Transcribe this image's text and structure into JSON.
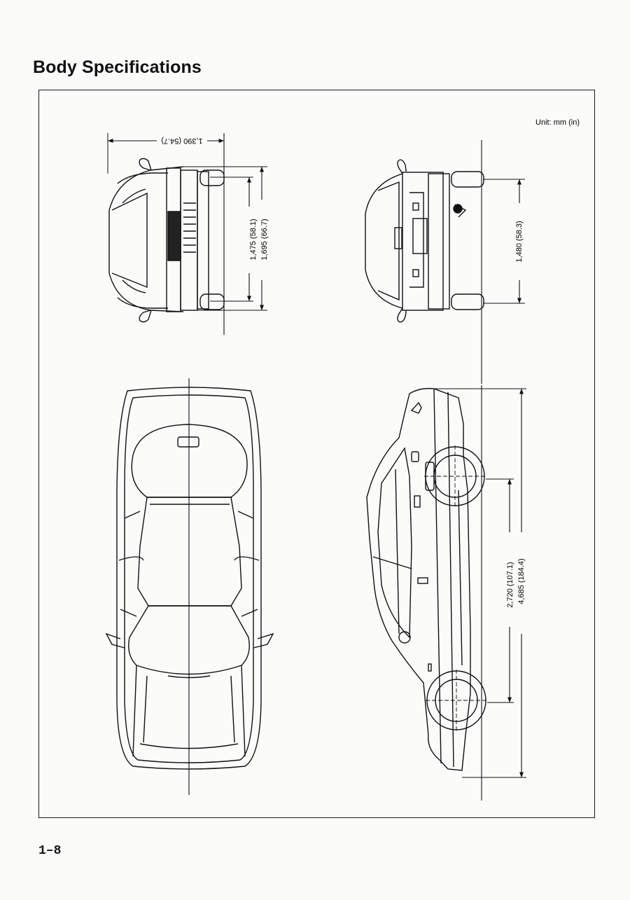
{
  "page": {
    "title": "Body Specifications",
    "unit_label": "Unit: mm (in)",
    "page_number": "1–8"
  },
  "dimensions": {
    "rear_tread": "1,390 (54.7)",
    "front_tread": "1,475 (58.1)",
    "overall_width": "1,695 (66.7)",
    "overall_height": "1,480 (58.3)",
    "wheelbase": "2,720 (107.1)",
    "overall_length": "4,685 (184.4)"
  },
  "views": [
    "front-view",
    "rear-view",
    "top-view",
    "side-view"
  ]
}
